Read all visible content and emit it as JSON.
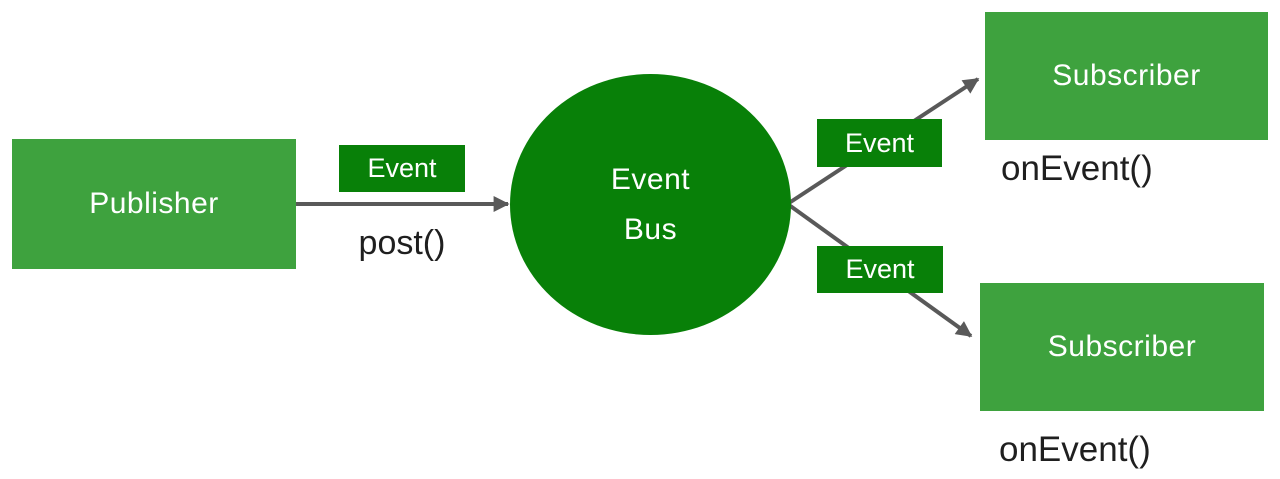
{
  "colors": {
    "box_green": "#3EA23E",
    "badge_green": "#088008",
    "arrow_gray": "#595959",
    "label_dark": "#1F1F1F",
    "text_white": "#FFFFFF",
    "canvas_bg": "#FFFFFF"
  },
  "nodes": {
    "publisher": {
      "label": "Publisher"
    },
    "event_bus": {
      "label_line1": "Event",
      "label_line2": "Bus"
    },
    "subscriber_top": {
      "label": "Subscriber",
      "handler": "onEvent()"
    },
    "subscriber_bottom": {
      "label": "Subscriber",
      "handler": "onEvent()"
    }
  },
  "edges": {
    "publish": {
      "badge": "Event",
      "method": "post()"
    },
    "deliver_top": {
      "badge": "Event"
    },
    "deliver_bottom": {
      "badge": "Event"
    }
  }
}
